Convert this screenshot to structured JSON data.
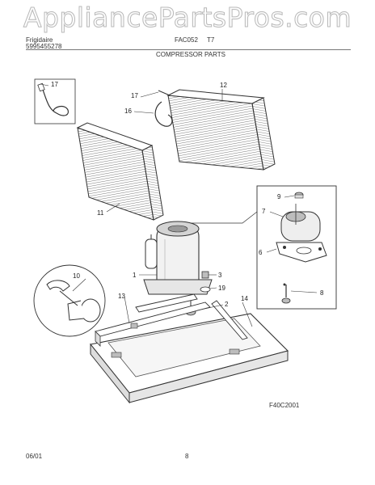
{
  "header": {
    "brand_line1": "Frigidaire",
    "model_line1": "FAC052",
    "model_line1_suffix": "T7",
    "part_number_line2": "5995455278",
    "section_title": "COMPRESSOR PARTS"
  },
  "watermark": "AppliancePartsPros.com",
  "diagram_code": "F40C2001",
  "footer": {
    "date": "06/01",
    "page_number": "8"
  },
  "callouts": [
    "17",
    "12",
    "17",
    "16",
    "11",
    "9",
    "7",
    "6",
    "1",
    "3",
    "19",
    "8",
    "10",
    "13",
    "2",
    "14"
  ],
  "colors": {
    "line": "#333333",
    "watermark_stroke": "#b9b9b9",
    "shade": "#bdbdbd"
  }
}
